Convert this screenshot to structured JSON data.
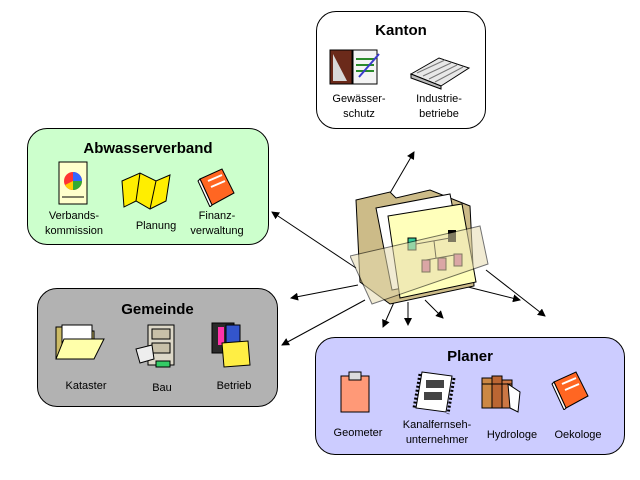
{
  "colors": {
    "kanton_bg": "#ffffff",
    "abwasser_bg": "#ccffcc",
    "gemeinde_bg": "#b2b2b2",
    "planer_bg": "#ccccff",
    "folder_yellow": "#ffffbb",
    "folder_tan": "#ccbb88"
  },
  "kanton": {
    "title": "Kanton",
    "items": [
      {
        "label": "Gewässer-\nschutz",
        "icon": "binder-icon"
      },
      {
        "label": "Industrie-\nbetriebe",
        "icon": "industry-book-icon"
      }
    ]
  },
  "abwasserverband": {
    "title": "Abwasserverband",
    "items": [
      {
        "label": "Verbands-\nkommission",
        "icon": "pie-chart-document-icon"
      },
      {
        "label": "Planung",
        "icon": "folded-map-icon"
      },
      {
        "label": "Finanz-\nverwaltung",
        "icon": "book-icon"
      }
    ]
  },
  "gemeinde": {
    "title": "Gemeinde",
    "items": [
      {
        "label": "Kataster",
        "icon": "open-folder-icon"
      },
      {
        "label": "Bau",
        "icon": "file-cabinet-icon"
      },
      {
        "label": "Betrieb",
        "icon": "files-icon"
      }
    ]
  },
  "planer": {
    "title": "Planer",
    "items": [
      {
        "label": "Geometer",
        "icon": "clipboard-icon"
      },
      {
        "label": "Kanalfernseh-\nunternehmer",
        "icon": "film-strip-icon"
      },
      {
        "label": "Hydrologe",
        "icon": "books-icon"
      },
      {
        "label": "Oekologe",
        "icon": "book-icon"
      }
    ]
  },
  "center": {
    "icon": "org-chart-folder-icon"
  }
}
